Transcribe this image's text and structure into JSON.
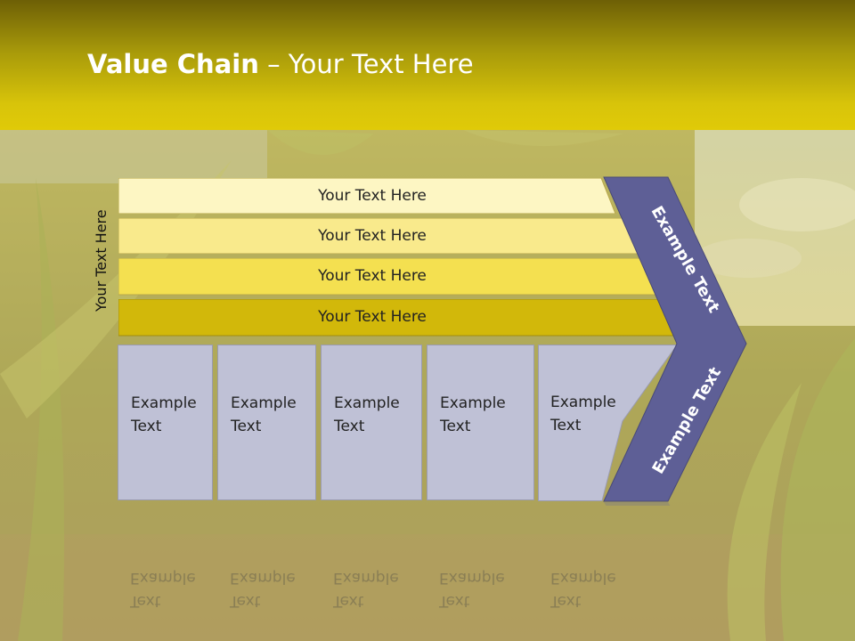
{
  "title": {
    "bold": "Value Chain",
    "rest": " – Your Text Here"
  },
  "side_label": "Your Text Here",
  "bands": [
    {
      "label": "Your Text Here",
      "color": "#fdf6c3"
    },
    {
      "label": "Your Text Here",
      "color": "#f9ea8c"
    },
    {
      "label": "Your Text Here",
      "color": "#f4e050"
    },
    {
      "label": "Your Text Here",
      "color": "#d2b80a"
    }
  ],
  "cards": [
    {
      "line1": "Example",
      "line2": "Text"
    },
    {
      "line1": "Example",
      "line2": "Text"
    },
    {
      "line1": "Example",
      "line2": "Text"
    },
    {
      "line1": "Example",
      "line2": "Text"
    },
    {
      "line1": "Example",
      "line2": "Text"
    }
  ],
  "chevron": {
    "top_text": "Example Text",
    "bottom_text": "Example Text",
    "color": "#5e5f96"
  }
}
